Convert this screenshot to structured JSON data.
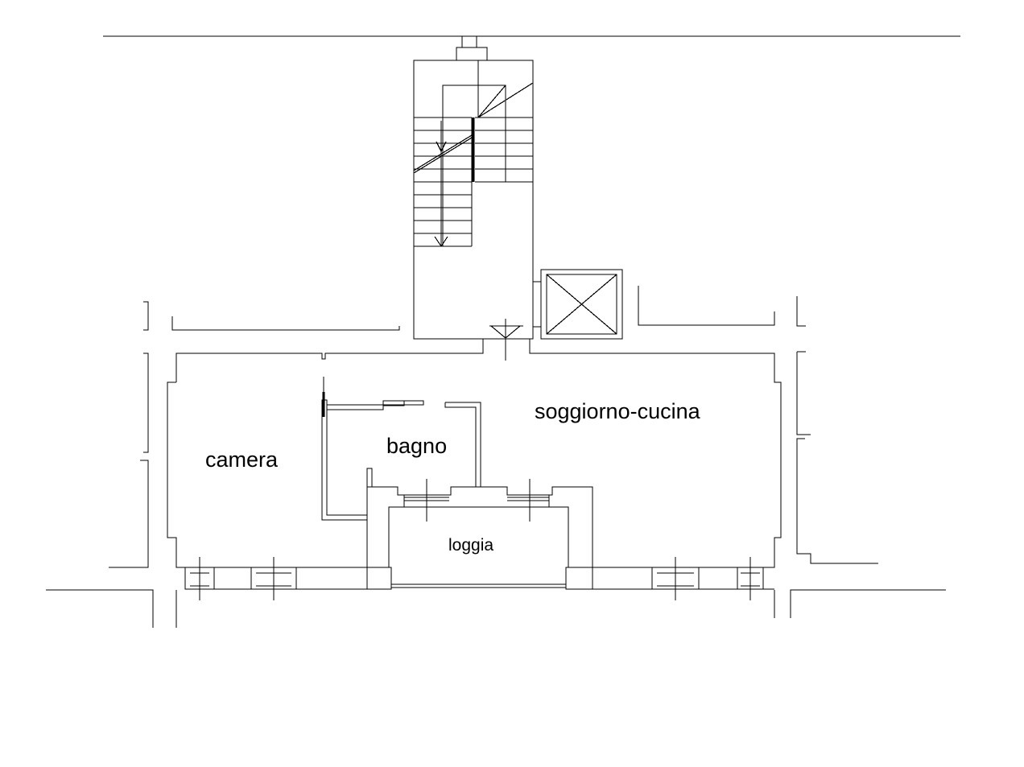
{
  "plan": {
    "rooms": [
      {
        "id": "camera",
        "label": "camera"
      },
      {
        "id": "bagno",
        "label": "bagno"
      },
      {
        "id": "soggiorno",
        "label": "soggiorno-cucina"
      },
      {
        "id": "loggia",
        "label": "loggia"
      }
    ]
  }
}
